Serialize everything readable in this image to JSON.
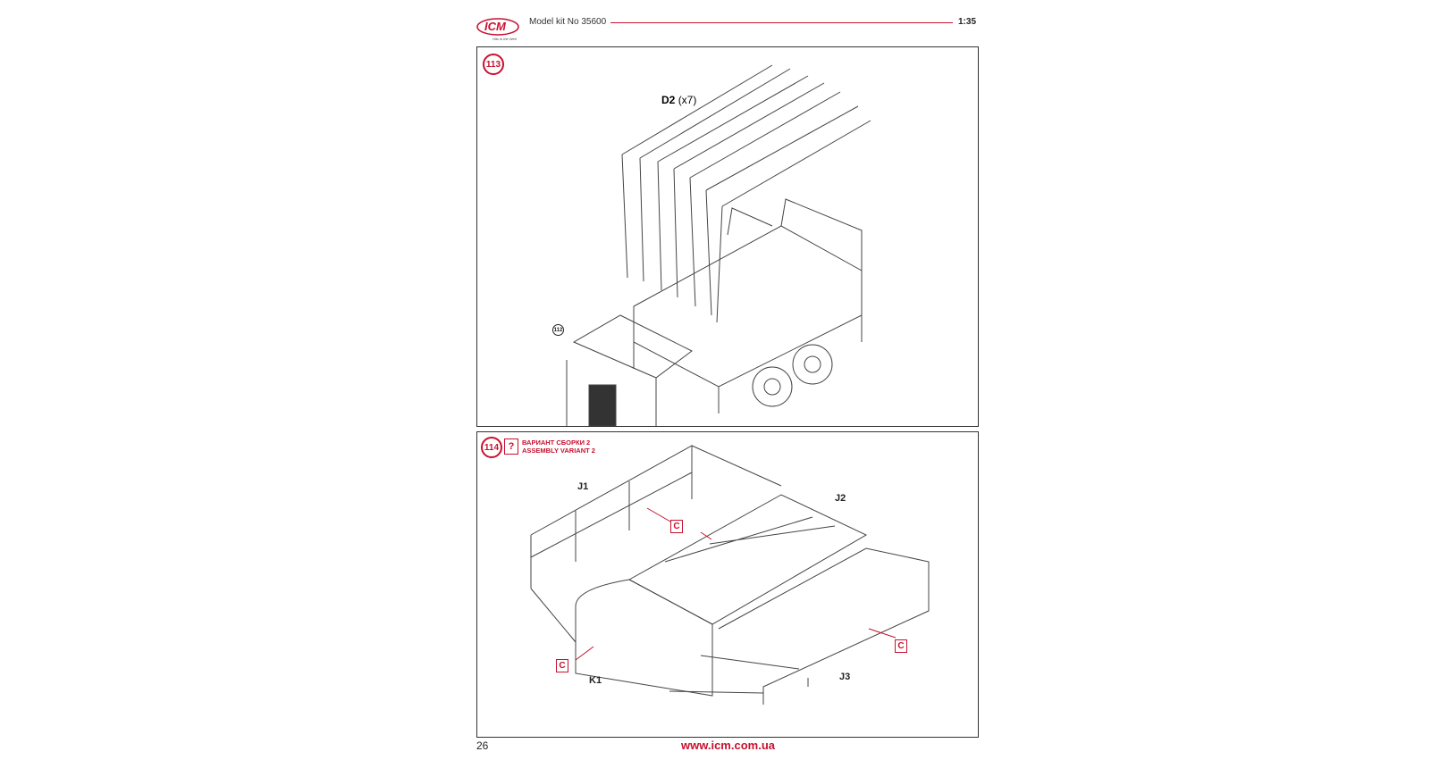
{
  "header": {
    "logo_text": "ICM",
    "logo_tagline": "Hits in the Well",
    "kit_label": "Model kit No 35600",
    "scale": "1:35"
  },
  "step113": {
    "number": "113",
    "part_label": "D2",
    "part_qty": "(x7)",
    "ref_step": "112"
  },
  "step114": {
    "number": "114",
    "help_icon": "?",
    "variant_ru": "ВАРИАНТ СБОРКИ 2",
    "variant_en": "ASSEMBLY VARIANT 2",
    "labels": {
      "j1": "J1",
      "j2": "J2",
      "j3": "J3",
      "k1": "K1"
    },
    "glue_mark": "C"
  },
  "footer": {
    "page_number": "26",
    "url": "www.icm.com.ua"
  },
  "colors": {
    "accent": "#c8102e"
  }
}
